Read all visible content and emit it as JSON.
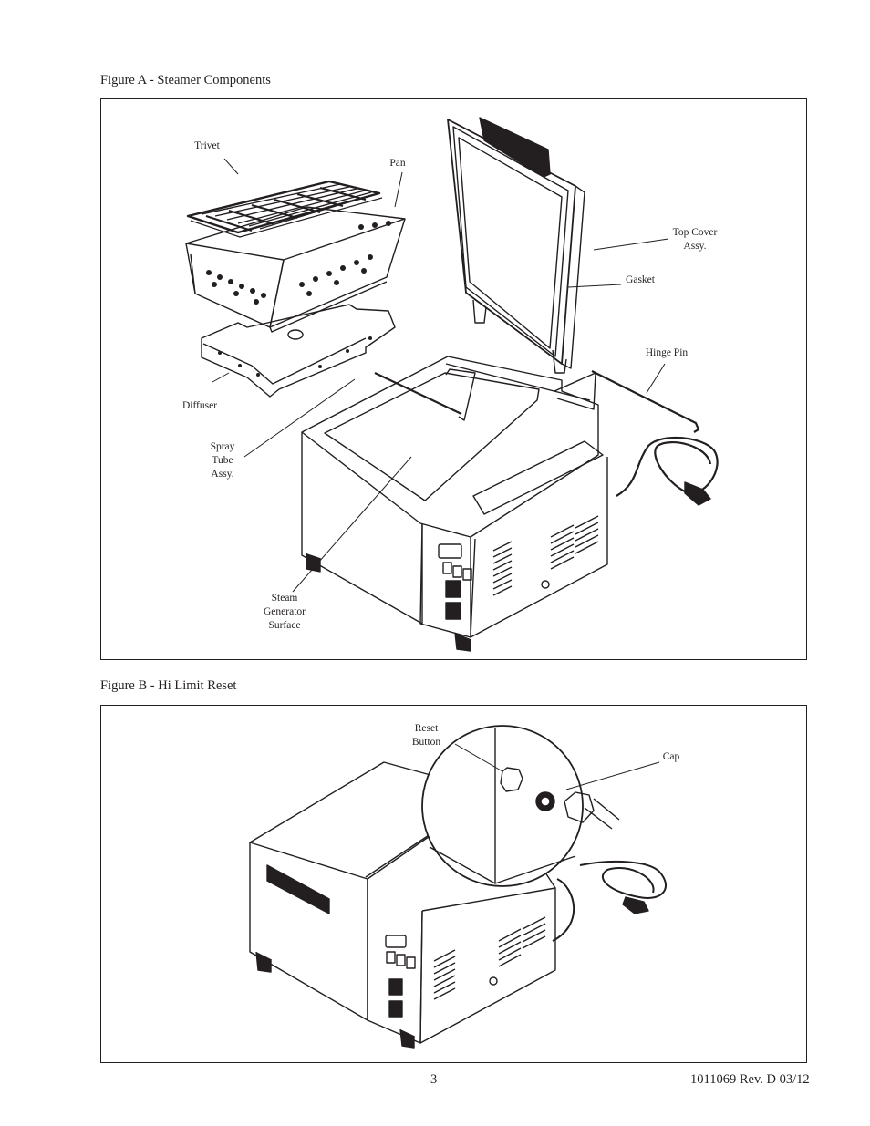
{
  "figure_a": {
    "caption": "Figure A - Steamer Components",
    "labels": {
      "trivet": "Trivet",
      "pan": "Pan",
      "top_cover": "Top Cover\nAssy.",
      "gasket": "Gasket",
      "hinge_pin": "Hinge Pin",
      "diffuser": "Diffuser",
      "spray_tube": "Spray\nTube\nAssy.",
      "steam_generator": "Steam\nGenerator\nSurface"
    }
  },
  "figure_b": {
    "caption": "Figure B - Hi Limit Reset",
    "labels": {
      "reset_button": "Reset\nButton",
      "cap": "Cap"
    }
  },
  "footer": {
    "page_number": "3",
    "doc_id": "1011069 Rev. D 03/12"
  }
}
